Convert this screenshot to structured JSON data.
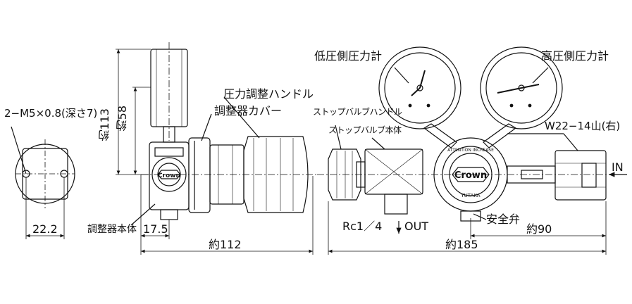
{
  "labels": {
    "port_thread_spec": "2−M5×0.8(深さ7)",
    "dim_width_left": "22.2",
    "dim_height_113": "約113",
    "dim_height_58": "約58",
    "pressure_handle": "圧力調整ハンドル",
    "regulator_cover": "調整器カバー",
    "regulator_body": "調整器本体",
    "dim_17_5": "17.5",
    "dim_length_112": "約112",
    "low_pressure_gauge": "低圧側圧力計",
    "high_pressure_gauge": "高圧側圧力計",
    "stop_valve_handle": "ストップバルブハンドル",
    "stop_valve_body": "ストップバルブ本体",
    "inlet_thread": "W22−14山(右)",
    "inlet": "IN",
    "outlet_port": "Rc1／4",
    "outlet": "OUT",
    "safety_valve": "安全弁",
    "dim_90": "約90",
    "dim_185": "約185",
    "brand_logo": "Crown",
    "maker": "YUTAKA"
  },
  "colors": {
    "line": "#111111",
    "paper": "#ffffff"
  }
}
